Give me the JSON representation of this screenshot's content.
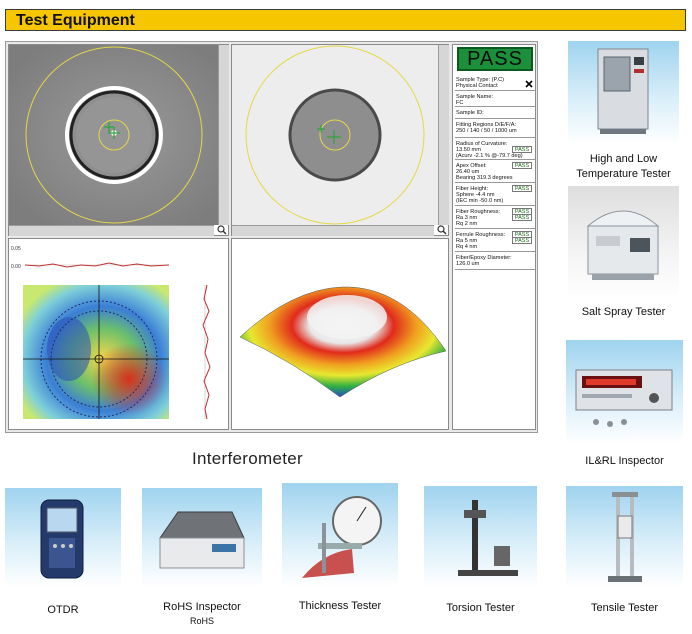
{
  "header": {
    "title": "Test Equipment"
  },
  "interferometer": {
    "caption": "Interferometer",
    "status": "PASS",
    "readouts": [
      "Sample Type: (P.C)",
      "Physical Contact",
      "Sample Name:",
      "FC",
      "Sample ID:",
      "Fitting Regions D/E/F/A:",
      "250 / 140 / 50 / 1000 um",
      "Radius of Curvature:",
      "13.50 mm",
      "(Acurv -2.1 % @-79.7 deg)",
      "Apex Offset:",
      "26.40 um",
      "Bearing 319.3 degrees",
      "Fiber Height:",
      "Sphere  -4.4 nm",
      "(IEC min -50.0 nm)",
      "Fiber Roughness:",
      "Ra     3 nm",
      "Rq     2 nm",
      "Ferrule Roughness:",
      "Ra     5 nm",
      "Rq     4 nm",
      "Fiber/Epoxy Diameter:",
      "126.0 um"
    ],
    "pass_badge": "PASS"
  },
  "equipment": [
    {
      "name": "High and Low Temperature Tester"
    },
    {
      "name": "Salt Spray Tester"
    },
    {
      "name": "IL&RL Inspector"
    },
    {
      "name": "OTDR"
    },
    {
      "name": "RoHS Inspector",
      "sub": "RoHS"
    },
    {
      "name": "Thickness Tester"
    },
    {
      "name": "Torsion Tester"
    },
    {
      "name": "Tensile Tester"
    }
  ],
  "colors": {
    "header_bg": "#f6c600",
    "pass_green": "#1b8f3a",
    "thumb_blue": "#9fd3ef"
  },
  "icons": [
    "close-icon",
    "zoom-icon"
  ]
}
